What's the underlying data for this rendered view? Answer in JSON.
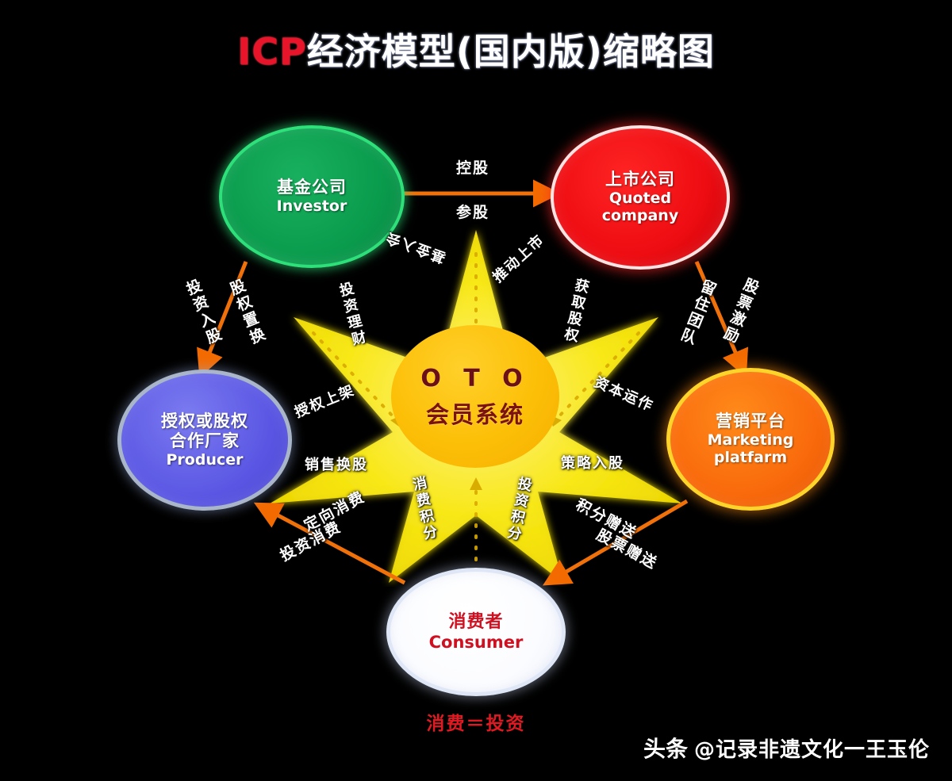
{
  "title": {
    "accent": "ICP",
    "rest": "经济模型(国内版)缩略图",
    "accent_color": "#e8152a",
    "rest_color": "#ffffff"
  },
  "background_color": "#000000",
  "nodes": {
    "investor": {
      "cn": "基金公司",
      "en": "Investor",
      "color": "#0a9b4d",
      "border": "#2ee07a",
      "text_color": "#ffffff"
    },
    "quoted": {
      "cn": "上市公司",
      "en": "Quoted",
      "en2": "company",
      "color": "#ee0d12",
      "border": "#ffe2e2",
      "text_color": "#ffffff"
    },
    "producer": {
      "cn": "授权或股权",
      "cn2": "合作厂家",
      "en": "Producer",
      "color": "#5b57e4",
      "border": "#a9b5c9",
      "text_color": "#ffffff"
    },
    "marketing": {
      "cn": "营销平台",
      "en": "Marketing",
      "en2": "platfarm",
      "color": "#f96a0c",
      "border": "#ffd42a",
      "text_color": "#ffffff"
    },
    "consumer": {
      "cn": "消费者",
      "en": "Consumer",
      "color": "#ffffff",
      "border": "#dfe6f6",
      "text_color": "#cf1021"
    },
    "center": {
      "acronym": "O T O",
      "cn": "会员系统",
      "color": "#fcbf07",
      "text_color": "#6b0f18",
      "star_color": "#f6ea22"
    }
  },
  "edge_labels": {
    "top_upper": "控股",
    "top_lower": "参股",
    "left_upper_a": "投资入股",
    "left_upper_b": "股权置换",
    "right_upper_a": "留住团队",
    "right_upper_b": "股票激励",
    "bottom_left_a": "定向消费",
    "bottom_left_b": "投资消费",
    "bottom_right_a": "积分赠送",
    "bottom_right_b": "股票赠送"
  },
  "star_labels": {
    "nw_outer": "基金入会",
    "nw_inner": "投资理财",
    "ne_outer": "推动上市",
    "ne_inner": "获取股权",
    "w_upper": "授权上架",
    "w_lower": "销售换股",
    "e_upper": "资本运作",
    "e_lower": "策略入股",
    "s_left": "消费积分",
    "s_right": "投资积分"
  },
  "bottom_note": "消费＝投资",
  "watermark": {
    "logo": "头条",
    "text": "@记录非遗文化一王玉伦"
  }
}
